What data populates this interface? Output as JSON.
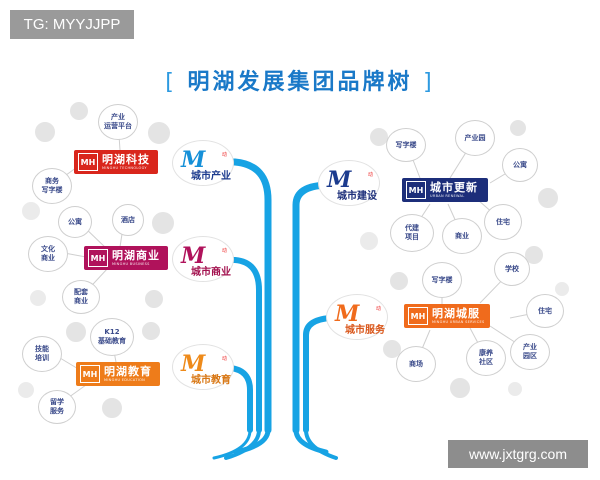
{
  "badges": {
    "tg": "TG: MYYJJPP",
    "site": "www.jxtgrg.com"
  },
  "title": {
    "open": "[",
    "text": "明湖发展集团品牌树",
    "close": "]"
  },
  "colors": {
    "tree_blue": "#17a3e4",
    "tech_red": "#d9261c",
    "commerce_magenta": "#b0125b",
    "education_orange": "#ee7c1a",
    "renewal_navy": "#1c2e7a",
    "service_orange": "#f06b1c",
    "node_text": "#3a4a8a"
  },
  "brands": {
    "tech": {
      "logo": "MH",
      "name": "明湖科技",
      "en": "MINGHU TECHNOLOGY"
    },
    "commerce": {
      "logo": "MH",
      "name": "明湖商业",
      "en": "MINGHU BUSINESS"
    },
    "education": {
      "logo": "MH",
      "name": "明湖教育",
      "en": "MINGHU EDUCATION"
    },
    "renewal": {
      "logo": "MH",
      "name": "城市更新",
      "en": "URBAN RENEWAL"
    },
    "service": {
      "logo": "MH",
      "name": "明湖城服",
      "en": "MINGHU URBAN SERVICES"
    }
  },
  "emblems": {
    "industry": {
      "mark": "M",
      "label": "城市产业",
      "tag": "动"
    },
    "commerce": {
      "mark": "M",
      "label": "城市商业",
      "tag": "动"
    },
    "education": {
      "mark": "M",
      "label": "城市教育",
      "tag": "动"
    },
    "construction": {
      "mark": "M",
      "label": "城市建设",
      "tag": "动"
    },
    "service": {
      "mark": "M",
      "label": "城市服务",
      "tag": "动"
    }
  },
  "nodes": {
    "industry_platform": "产业\n运营平台",
    "biz_office": "商务\n写字楼",
    "apartment_left": "公寓",
    "hotel": "酒店",
    "culture_commerce": "文化\n商业",
    "supporting_commerce": "配套\n商业",
    "k12": "K12\n基础教育",
    "skill_training": "技能\n培训",
    "study_abroad": "留学\n服务",
    "office_right": "写字楼",
    "industrial_park_top": "产业园",
    "apartment_right": "公寓",
    "residential": "住宅",
    "agent_project": "代建\n项目",
    "commercial": "商业",
    "office_service": "写字楼",
    "school": "学校",
    "residence": "住宅",
    "industrial_park": "产业\n园区",
    "elderly_community": "康养\n社区",
    "mall": "商场"
  }
}
